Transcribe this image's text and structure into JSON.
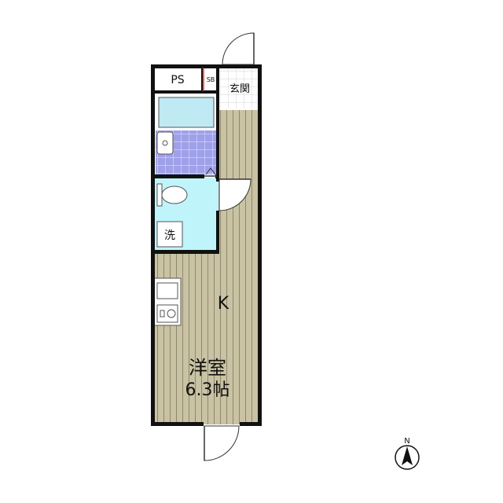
{
  "rooms": {
    "ps": "PS",
    "sb": "SB",
    "entrance": "玄関",
    "kitchen": "K",
    "western_room_name": "洋室",
    "western_room_size": "6.3帖",
    "washer": "洗"
  },
  "compass": {
    "label": "N"
  },
  "colors": {
    "flooring": "#c9c3a4",
    "flooring_line": "#8d8870",
    "bath": "#bfeaf4",
    "wash_tile": "#9fa0ea",
    "toilet_room": "#bff4fb",
    "wall": "#111111",
    "sb_marker": "#e64a4a"
  }
}
